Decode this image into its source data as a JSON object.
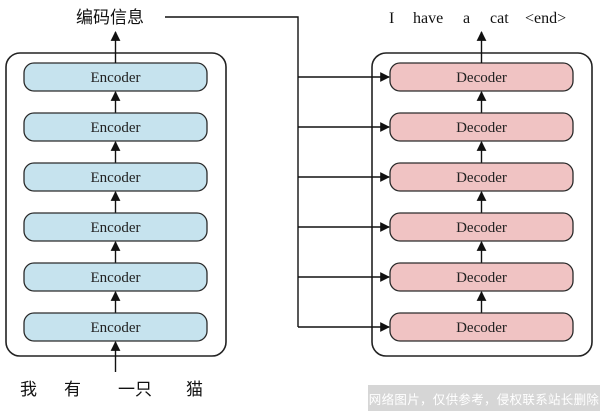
{
  "encoder": {
    "layer_label": "Encoder",
    "layer_count": 6,
    "color": "#c6e3ee",
    "input_tokens": [
      "我",
      "有",
      "一只",
      "猫"
    ],
    "output_label": "编码信息"
  },
  "decoder": {
    "layer_label": "Decoder",
    "layer_count": 6,
    "color": "#f0c3c3",
    "output_tokens": [
      "I",
      "have",
      "a",
      "cat",
      "<end>"
    ]
  },
  "watermark": {
    "text": "网络图片，仅供参考，侵权联系站长删除"
  }
}
